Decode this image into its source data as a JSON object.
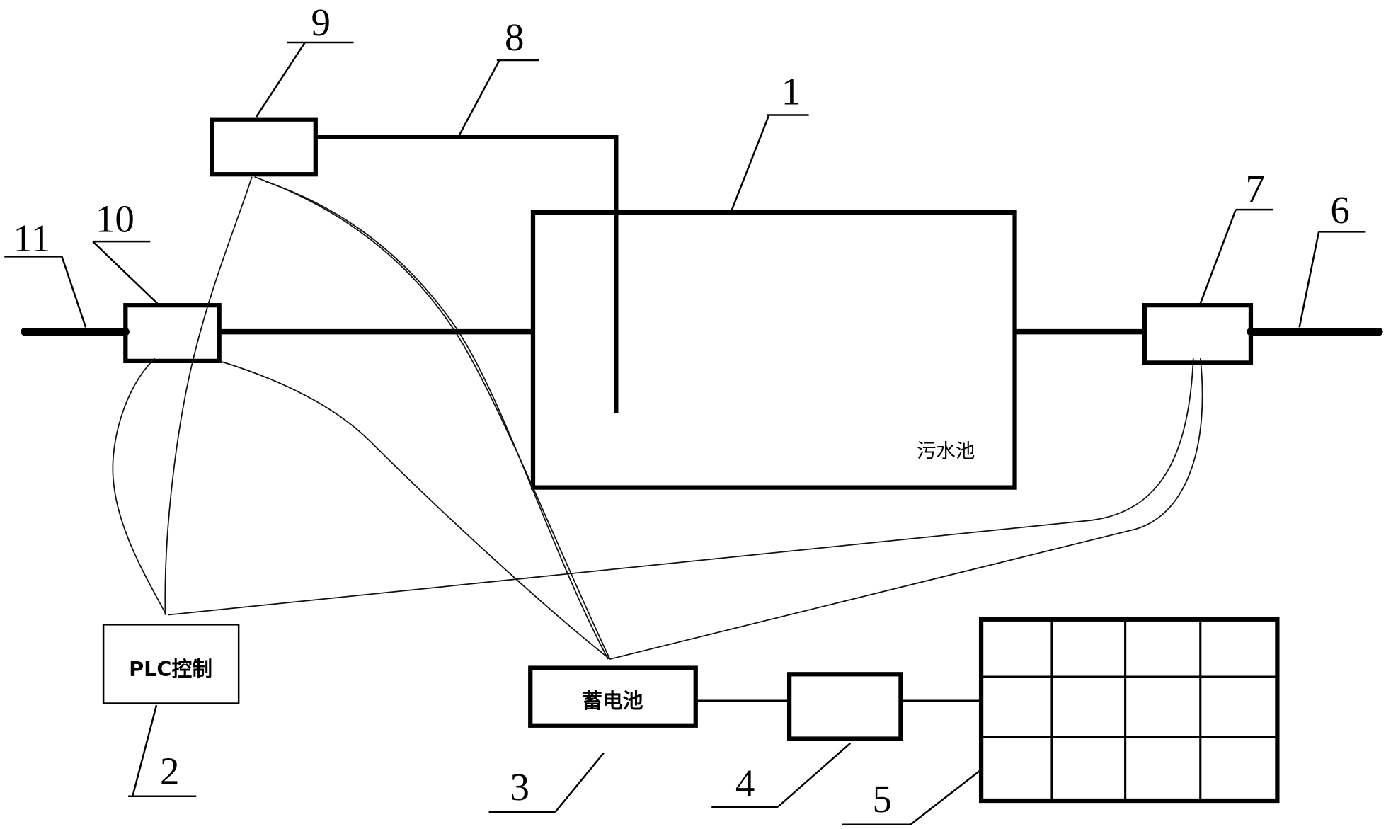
{
  "callouts": {
    "c1": "1",
    "c2": "2",
    "c3": "3",
    "c4": "4",
    "c5": "5",
    "c6": "6",
    "c7": "7",
    "c8": "8",
    "c9": "9",
    "c10": "10",
    "c11": "11"
  },
  "components": {
    "tank": "污水池",
    "plc": "PLC控制",
    "battery": "蓄电池"
  }
}
